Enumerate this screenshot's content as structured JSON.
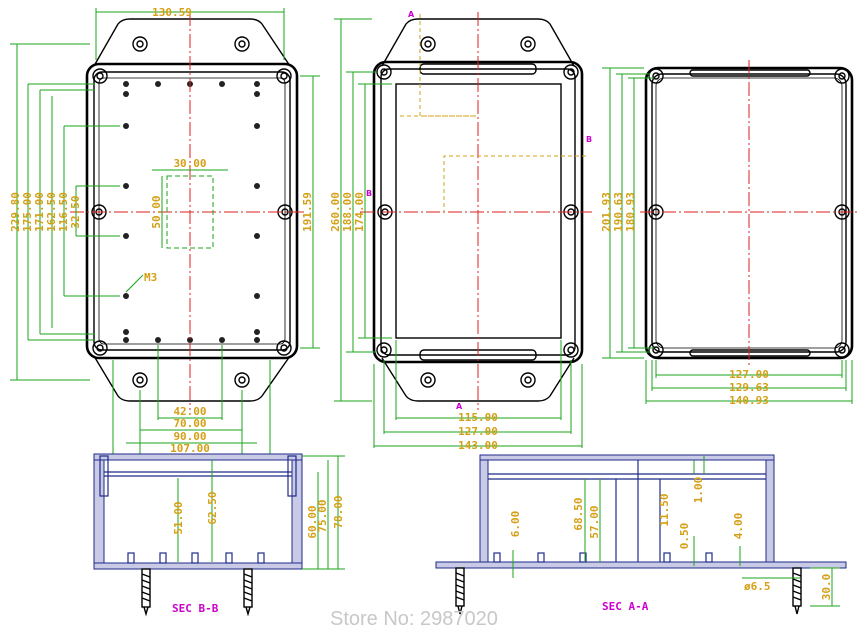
{
  "top_view": {
    "width": "130.59",
    "height_left": [
      "229.80",
      "175.00",
      "171.00",
      "162.50",
      "116.50",
      "32.50"
    ],
    "inner_height": "191.59",
    "slot_width": "30.00",
    "slot_height": "50.00",
    "screw_label": "M3",
    "bottom_widths": [
      "42.00",
      "70.00",
      "90.00",
      "107.00"
    ]
  },
  "front_view": {
    "heights": [
      "260.00",
      "188.00",
      "174.00"
    ],
    "widths": [
      "115.00",
      "127.00",
      "143.00"
    ],
    "section_marks": [
      "A",
      "A",
      "B",
      "B"
    ]
  },
  "lid_view": {
    "heights": [
      "201.93",
      "190.63",
      "180.93"
    ],
    "widths": [
      "127.00",
      "129.63",
      "140.93"
    ]
  },
  "section_bb": {
    "label": "SEC B-B",
    "inner_heights": [
      "51.00",
      "62.50"
    ],
    "outer_heights": [
      "60.00",
      "75.00",
      "78.00"
    ]
  },
  "section_aa": {
    "label": "SEC A-A",
    "dims": [
      "6.00",
      "68.50",
      "57.00",
      "11.50",
      "0.50",
      "1.00",
      "4.00",
      "30.0"
    ],
    "hole_dia": "ø6.5"
  },
  "watermark": "Store No: 2987020"
}
